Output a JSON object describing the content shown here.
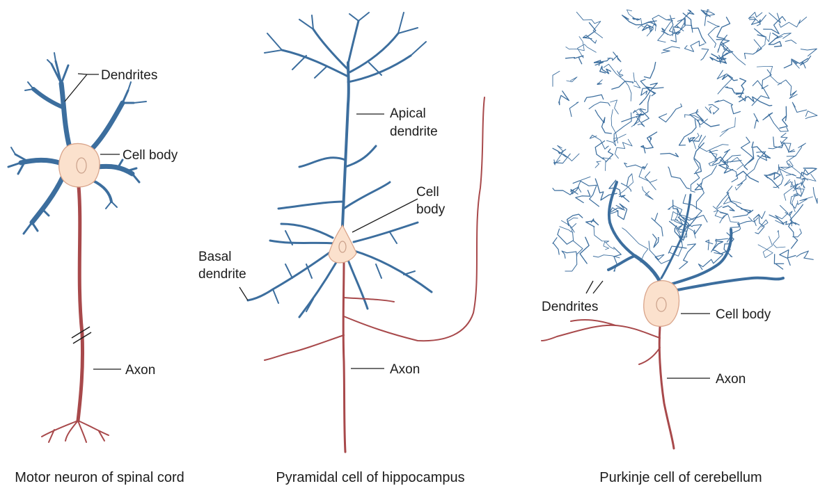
{
  "colors": {
    "dendrite": "#3c6e9e",
    "axon": "#a8494b",
    "cell_body_fill": "#fbe1cd",
    "cell_body_outline": "#d9a48a",
    "text": "#1c1c1c"
  },
  "motor_neuron": {
    "caption": "Motor neuron of spinal cord",
    "label_dendrites": "Dendrites",
    "label_cell_body": "Cell body",
    "label_axon": "Axon"
  },
  "pyramidal_cell": {
    "caption": "Pyramidal cell of hippocampus",
    "label_apical_line1": "Apical",
    "label_apical_line2": "dendrite",
    "label_cell_body_line1": "Cell",
    "label_cell_body_line2": "body",
    "label_basal_line1": "Basal",
    "label_basal_line2": "dendrite",
    "label_axon": "Axon"
  },
  "purkinje_cell": {
    "caption": "Purkinje cell of cerebellum",
    "label_dendrites": "Dendrites",
    "label_cell_body": "Cell body",
    "label_axon": "Axon"
  }
}
